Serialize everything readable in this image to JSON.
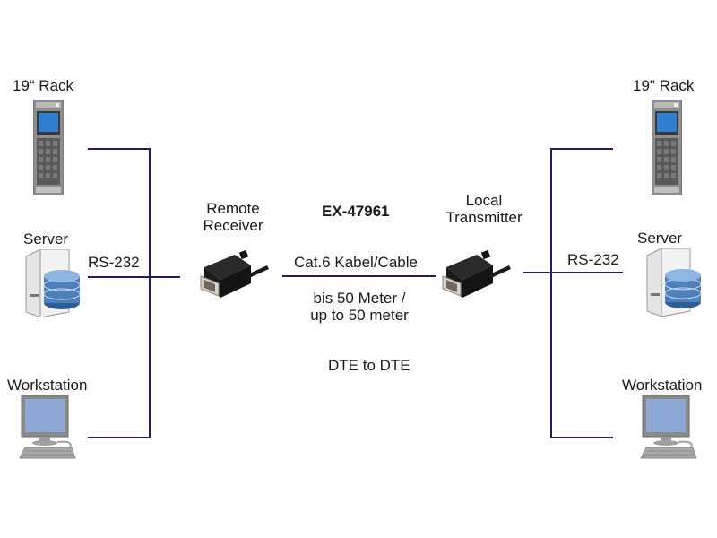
{
  "diagram": {
    "product_code": "EX-47961",
    "cable_label": "Cat.6 Kabel/Cable",
    "distance_line1": "bis 50 Meter /",
    "distance_line2": "up to 50 meter",
    "mode": "DTE to DTE",
    "line_color": "#1b1f6b",
    "left": {
      "rack_label": "19“ Rack",
      "server_label": "Server",
      "workstation_label": "Workstation",
      "interface_label": "RS-232",
      "device_line1": "Remote",
      "device_line2": "Receiver",
      "device_icon": "db9-adapter-icon"
    },
    "right": {
      "rack_label": "19\" Rack",
      "server_label": "Server",
      "workstation_label": "Workstation",
      "interface_label": "RS-232",
      "device_line1": "Local",
      "device_line2": "Transmitter",
      "device_icon": "db9-adapter-icon"
    }
  }
}
